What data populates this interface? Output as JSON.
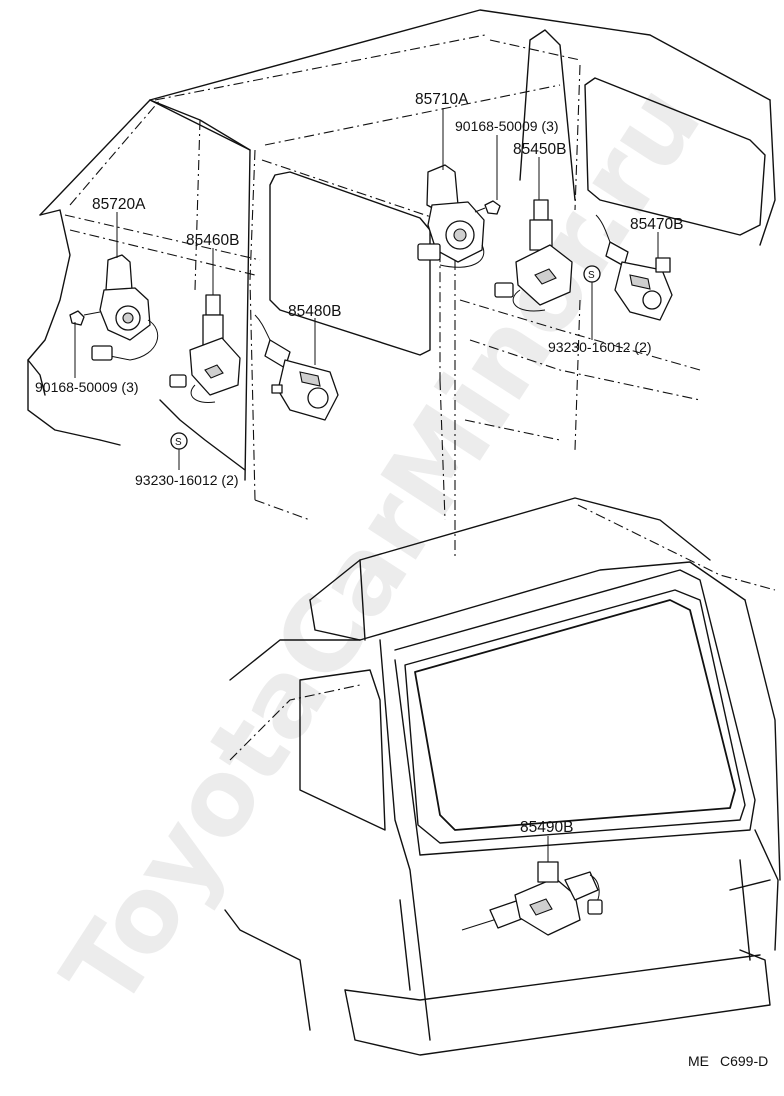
{
  "diagram": {
    "watermark": "ToyotaCarMinor.ru",
    "ref_code_left": "ME",
    "ref_code_right": "C699-D",
    "parts": [
      {
        "id": "85710A",
        "label": "85710A"
      },
      {
        "id": "90168-50009-top",
        "label": "90168-50009 (3)"
      },
      {
        "id": "85450B",
        "label": "85450B"
      },
      {
        "id": "85470B",
        "label": "85470B"
      },
      {
        "id": "93230-16012-right",
        "label": "93230-16012 (2)"
      },
      {
        "id": "85720A",
        "label": "85720A"
      },
      {
        "id": "85460B",
        "label": "85460B"
      },
      {
        "id": "85480B",
        "label": "85480B"
      },
      {
        "id": "90168-50009-left",
        "label": "90168-50009 (3)"
      },
      {
        "id": "93230-16012-left",
        "label": "93230-16012 (2)"
      },
      {
        "id": "85490B",
        "label": "85490B"
      }
    ],
    "symbol_s": "S"
  }
}
